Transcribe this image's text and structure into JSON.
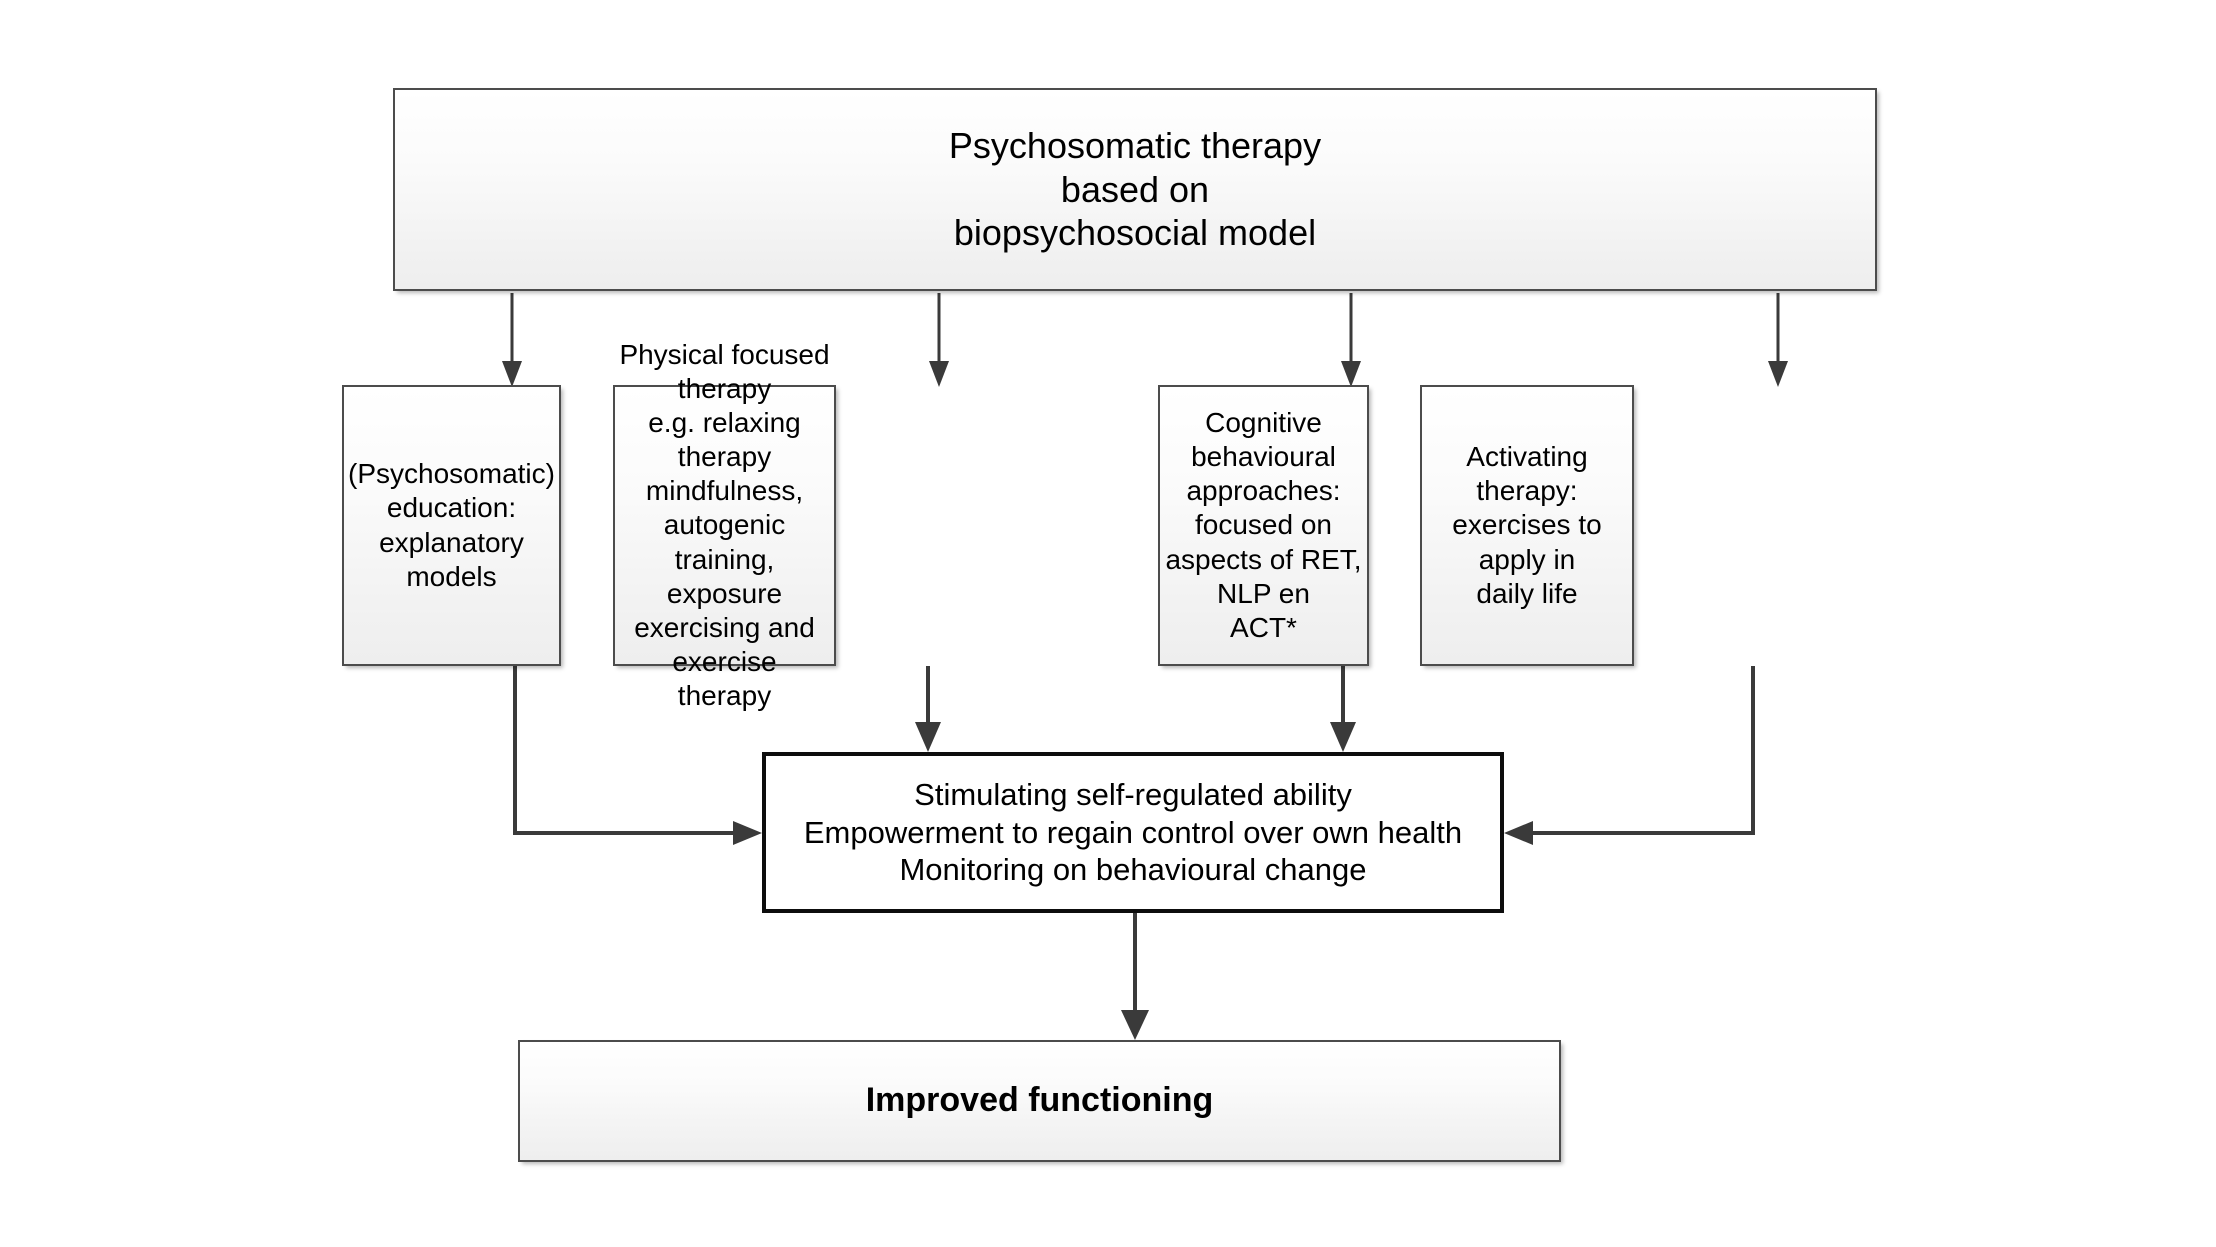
{
  "diagram": {
    "title": "Psychosomatic therapy flow diagram",
    "nodes": {
      "top": "Psychosomatic therapy\nbased on\nbiopsychosocial model",
      "education": "(Psychosomatic)\neducation: explanatory\nmodels",
      "physical": "Physical focused therapy\ne.g. relaxing therapy\nmindfulness, autogenic\ntraining,  exposure\nexercising and exercise\ntherapy",
      "cognitive": "Cognitive behavioural\napproaches: focused on\naspects of RET, NLP en\nACT*",
      "activating": "Activating therapy:\nexercises to apply in\ndaily life",
      "central": "Stimulating self-regulated ability\nEmpowerment  to regain control over own health\nMonitoring on behavioural change",
      "improved": "Improved functioning"
    },
    "colors": {
      "box_border_shaded": "#4c4c4c",
      "box_border_plain": "#0d0d0d",
      "box_fill_shaded_top": "#ffffff",
      "box_fill_shaded_bottom": "#eeeeee",
      "box_fill_plain": "#ffffff",
      "connector": "#3a3a3a",
      "text": "#000000",
      "page_background": "#ffffff"
    }
  }
}
